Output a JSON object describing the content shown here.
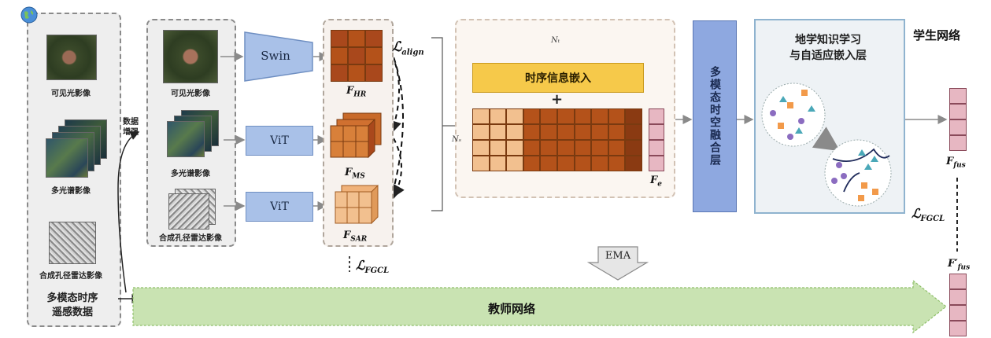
{
  "input_panel": {
    "images": [
      {
        "label": "可见光影像"
      },
      {
        "label": "多光谱影像"
      },
      {
        "label": "合成孔径雷达影像"
      }
    ],
    "title_line1": "多模态时序",
    "title_line2": "遥感数据"
  },
  "augment_label_line1": "数据",
  "augment_label_line2": "增强",
  "augment_panel": {
    "images": [
      {
        "label": "可见光影像"
      },
      {
        "label": "多光谱影像"
      },
      {
        "label": "合成孔径雷达影像"
      }
    ]
  },
  "encoders": {
    "swin": "Swin",
    "vit1": "ViT",
    "vit2": "ViT"
  },
  "features": {
    "hr_main": "F",
    "hr_sub": "HR",
    "ms_main": "F",
    "ms_sub": "MS",
    "sar_main": "F",
    "sar_sub": "SAR",
    "e_main": "F",
    "e_sub": "e",
    "fus_main": "F",
    "fus_sub": "fus",
    "fus_t_main": "F′",
    "fus_t_sub": "fus"
  },
  "losses": {
    "align_main": "ℒ",
    "align_sub": "align",
    "fgcl1_main": "ℒ",
    "fgcl1_sub": "FGCL",
    "fgcl2_main": "ℒ",
    "fgcl2_sub": "FGCL"
  },
  "temporal": {
    "embed_label": "时序信息嵌入",
    "plus": "+",
    "nt": "Nₜ",
    "ns": "Nₛ"
  },
  "fusion_layer_label": "多模态时空融合层",
  "knowledge": {
    "title_line1": "地学知识学习",
    "title_line2": "与自适应嵌入层"
  },
  "student_label": "学生网络",
  "teacher_label": "教师网络",
  "ema_label": "EMA",
  "colors": {
    "orange_dark": "#b4521a",
    "orange_mid": "#d8803a",
    "orange_light": "#f2c08f",
    "yellow": "#f6c94a",
    "blue_encoder": "#a9c1e8",
    "green_band": "#c9e3b2",
    "pink": "#e7b7c2"
  }
}
